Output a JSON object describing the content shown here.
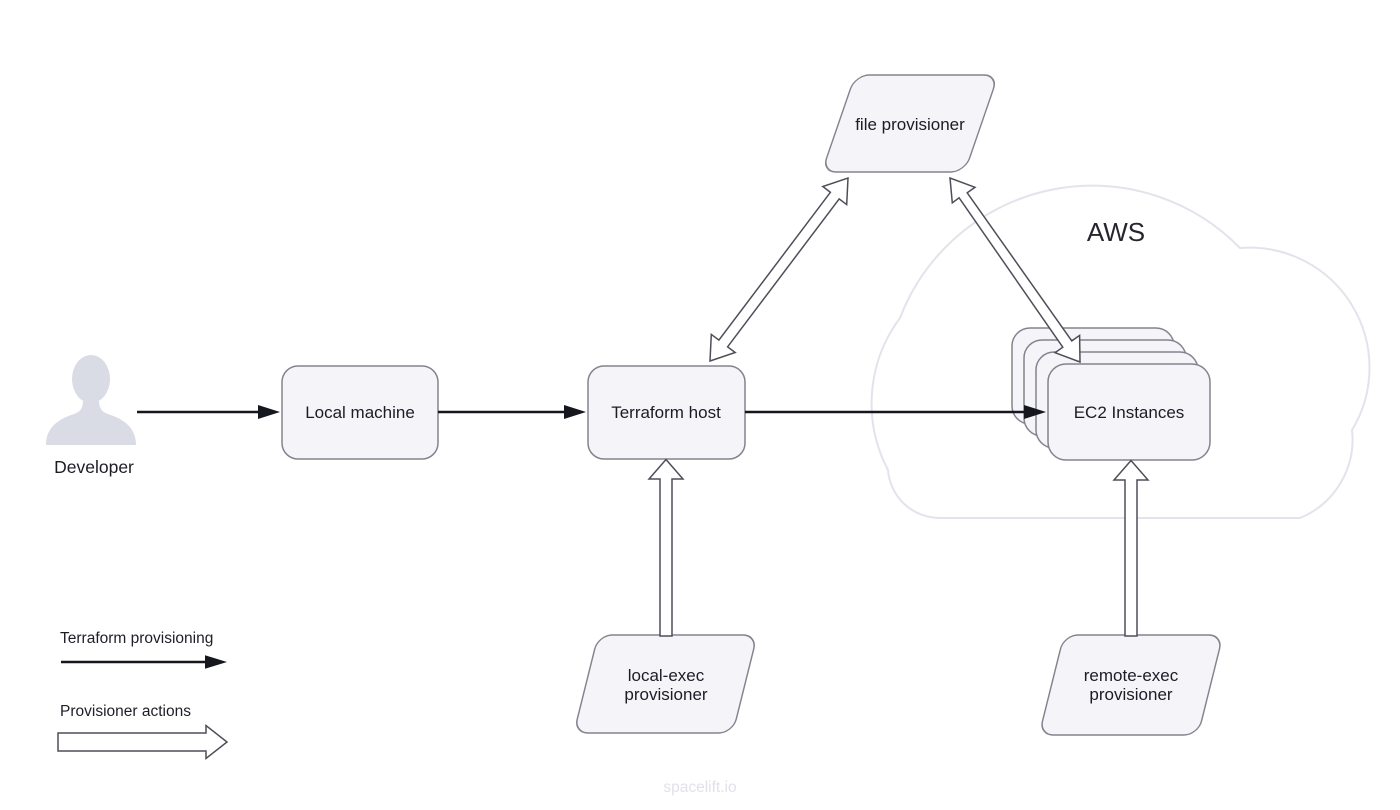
{
  "diagram": {
    "title_hint": "Terraform provisioners flow diagram",
    "nodes": {
      "developer": {
        "label": "Developer",
        "icon": "person-silhouette-icon"
      },
      "local_machine": {
        "label": "Local machine"
      },
      "terraform_host": {
        "label": "Terraform host"
      },
      "ec2": {
        "label": "EC2 Instances",
        "stack_count": 4
      },
      "aws": {
        "label": "AWS"
      },
      "file_provisioner": {
        "label": "file provisioner"
      },
      "local_exec": {
        "line1": "local-exec",
        "line2": "provisioner"
      },
      "remote_exec": {
        "line1": "remote-exec",
        "line2": "provisioner"
      }
    },
    "legend": {
      "terraform_provisioning_label": "Terraform provisioning",
      "provisioner_actions_label": "Provisioner actions"
    },
    "watermark": "spacelift.io",
    "colors": {
      "node_fill": "#f4f4f9",
      "node_border": "#83838e",
      "solid_arrow": "#16161f",
      "hollow_arrow_outline": "#4e4e59",
      "cloud_outline": "#e3e3ec",
      "person_fill": "#d9dce4",
      "text": "#1c1c26",
      "watermark": "#e1e1eb",
      "background": "#ffffff"
    }
  }
}
